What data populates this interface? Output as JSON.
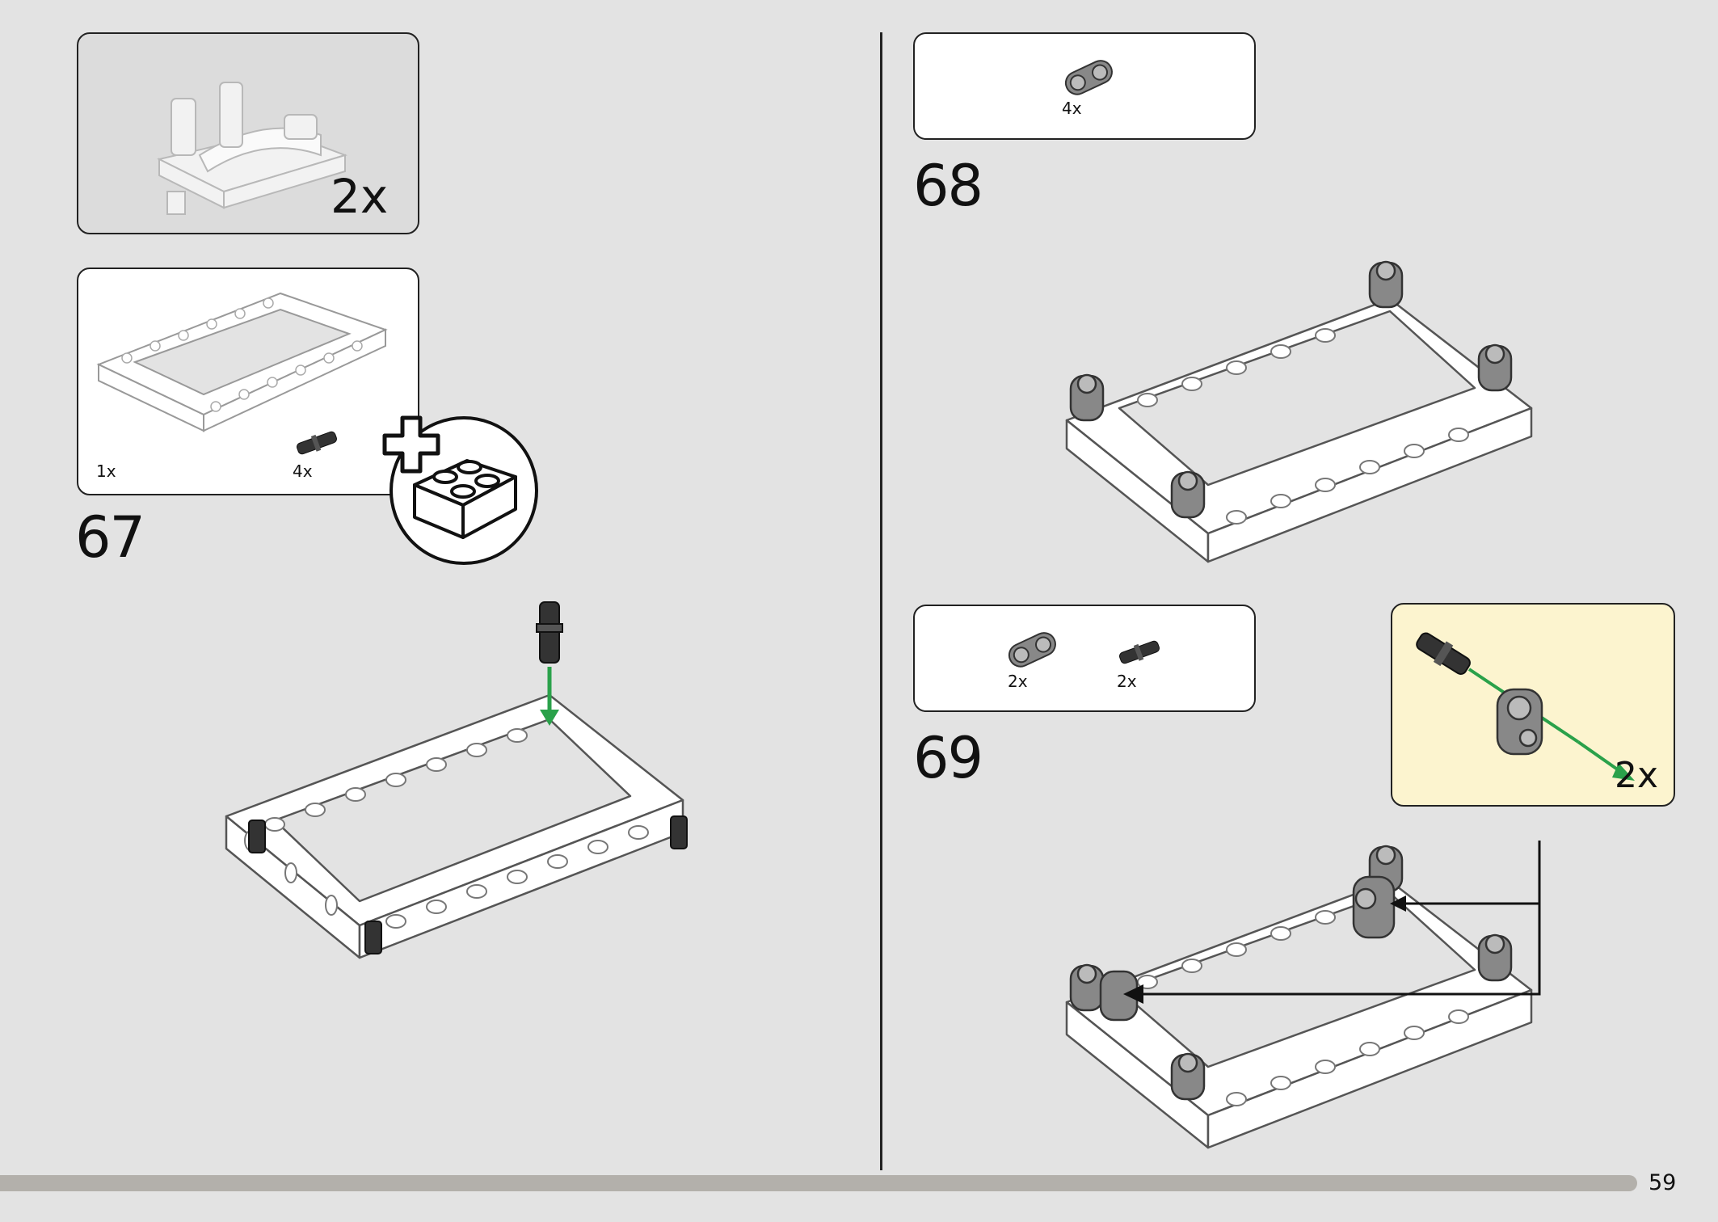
{
  "page": {
    "number": "59"
  },
  "submodel": {
    "multiplier": "2x"
  },
  "step67": {
    "number": "67",
    "parts": [
      {
        "qty": "1x",
        "item": "frame-icon"
      },
      {
        "qty": "4x",
        "item": "pin-icon"
      }
    ],
    "badge_icon": "add-new-bag-icon"
  },
  "step68": {
    "number": "68",
    "parts": [
      {
        "qty": "4x",
        "item": "connector-icon"
      }
    ]
  },
  "step69": {
    "number": "69",
    "parts": [
      {
        "qty": "2x",
        "item": "connector-icon"
      },
      {
        "qty": "2x",
        "item": "pin-icon"
      }
    ],
    "callout_multiplier": "2x"
  },
  "colors": {
    "background": "#e3e3e3",
    "callout": "#fcf4cf",
    "arrow_green": "#2aa14a",
    "dark_part": "#444444"
  }
}
